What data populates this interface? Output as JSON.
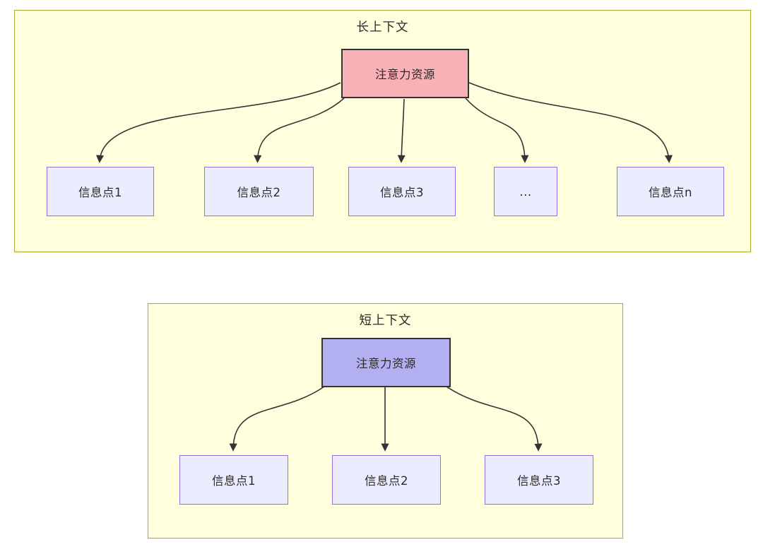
{
  "diagram": {
    "colors": {
      "panel_bg": "#ffffde",
      "panel_border": "#aaaa33",
      "node_fill": "#ececff",
      "node_border": "#9370db",
      "root_border": "#333333",
      "arrow_color": "#333333",
      "text_color": "#2b2b2b",
      "long_root_fill": "#f8b1b6",
      "short_root_fill": "#b2b0f0"
    },
    "panels": [
      {
        "title": "长上下文",
        "root_label": "注意力资源",
        "children": [
          "信息点1",
          "信息点2",
          "信息点3",
          "...",
          "信息点n"
        ]
      },
      {
        "title": "短上下文",
        "root_label": "注意力资源",
        "children": [
          "信息点1",
          "信息点2",
          "信息点3"
        ]
      }
    ]
  }
}
